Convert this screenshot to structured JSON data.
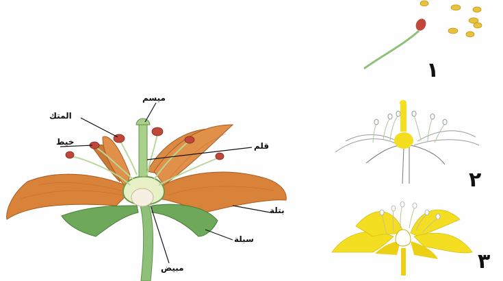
{
  "labels": {
    "stigma": "ميسم",
    "anther": "المتك",
    "filament": "خيط",
    "style": "قلم",
    "petal": "بتلة",
    "sepal": "سبلة",
    "ovary": "مبيض"
  },
  "stage_numbers": {
    "one": "١",
    "two": "٢",
    "three": "٣"
  },
  "colors": {
    "petal": "#d9823a",
    "petal_dark": "#a85a1f",
    "stem_green": "#8fc07a",
    "sepal_green": "#6ea85a",
    "anther": "#c0473a",
    "pollen": "#e8c23a",
    "yellow_petal": "#f4de22"
  }
}
